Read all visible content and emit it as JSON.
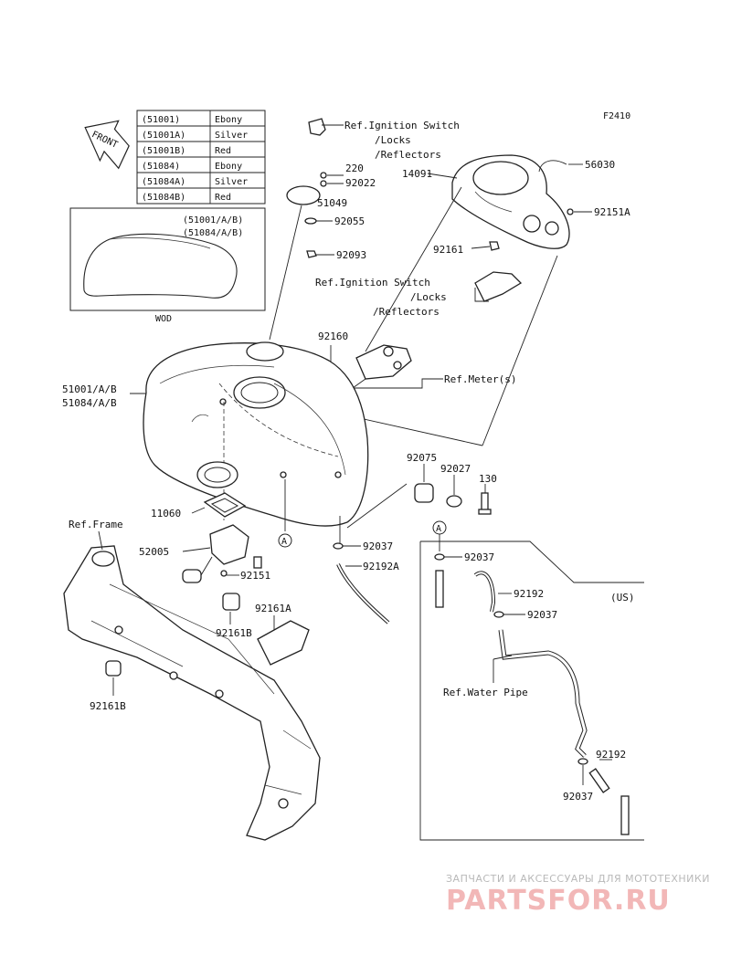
{
  "diagram_code": "F2410",
  "front_label": "FRONT",
  "color_table": [
    {
      "part": "(51001)",
      "color": "Ebony"
    },
    {
      "part": "(51001A)",
      "color": "Silver"
    },
    {
      "part": "(51001B)",
      "color": "Red"
    },
    {
      "part": "(51084)",
      "color": "Ebony"
    },
    {
      "part": "(51084A)",
      "color": "Silver"
    },
    {
      "part": "(51084B)",
      "color": "Red"
    }
  ],
  "wod_box": {
    "line1": "(51001/A/B)",
    "line2": "(51084/A/B)",
    "caption": "WOD"
  },
  "labels": {
    "ref_ignition_top_1": "Ref.Ignition Switch",
    "ref_ignition_top_2": "/Locks",
    "ref_ignition_top_3": "/Reflectors",
    "p220": "220",
    "p92022": "92022",
    "p51049": "51049",
    "p92055": "92055",
    "p92093": "92093",
    "p14091": "14091",
    "p56030": "56030",
    "p92151A": "92151A",
    "p92161": "92161",
    "ref_ignition_mid_1": "Ref.Ignition Switch",
    "ref_ignition_mid_2": "/Locks",
    "ref_ignition_mid_3": "/Reflectors",
    "p92160": "92160",
    "ref_meter": "Ref.Meter(s)",
    "tank_1": "51001/A/B",
    "tank_2": "51084/A/B",
    "p92075": "92075",
    "p92027": "92027",
    "p130": "130",
    "p11060": "11060",
    "ref_frame": "Ref.Frame",
    "p52005": "52005",
    "p92151": "92151",
    "p92037_a": "92037",
    "p92192A": "92192A",
    "p92037_b": "92037",
    "p92192_a": "92192",
    "p92037_c": "92037",
    "us": "(US)",
    "p92161A": "92161A",
    "p92161B_a": "92161B",
    "p92161B_b": "92161B",
    "ref_water_pipe": "Ref.Water Pipe",
    "p92192_b": "92192",
    "p92037_d": "92037",
    "callout_a": "A",
    "callout_a2": "A"
  },
  "watermark": {
    "line1": "ЗАПЧАСТИ И АКСЕССУАРЫ ДЛЯ МОТОТЕХНИКИ",
    "line2": "PARTSFOR.RU"
  }
}
